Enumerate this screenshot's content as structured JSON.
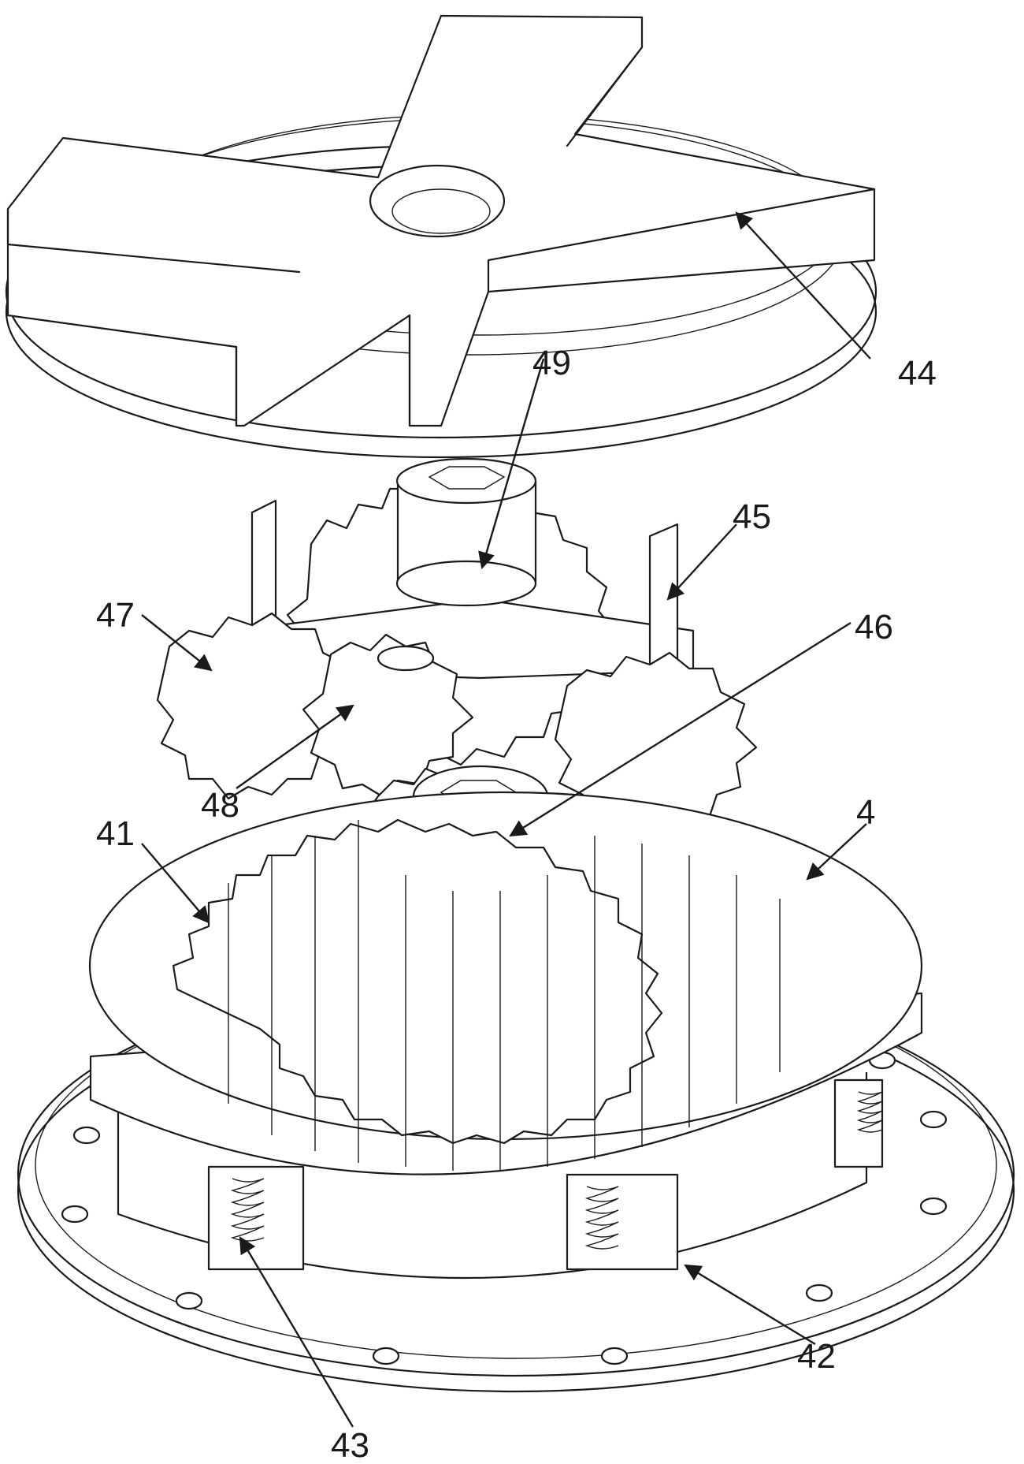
{
  "labels": {
    "l44": "44",
    "l49": "49",
    "l45": "45",
    "l47": "47",
    "l46": "46",
    "l48": "48",
    "l4": "4",
    "l41": "41",
    "l42": "42",
    "l43": "43"
  },
  "colors": {
    "line": "#1a1a1a",
    "background": "#ffffff"
  }
}
